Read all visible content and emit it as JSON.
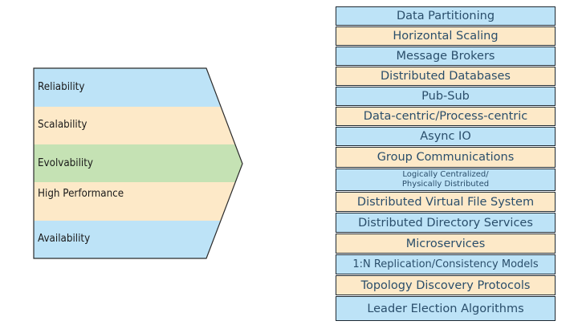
{
  "qualities": [
    {
      "label": "Reliability",
      "color": "#bde3f7"
    },
    {
      "label": "Scalability",
      "color": "#fde9c8"
    },
    {
      "label": "Evolvability",
      "color": "#c5e2b4"
    },
    {
      "label": "High Performance",
      "color": "#fde9c8"
    },
    {
      "label": "Availability",
      "color": "#bde3f7"
    }
  ],
  "stack": [
    {
      "label": "Data Partitioning",
      "style": "blue"
    },
    {
      "label": "Horizontal Scaling",
      "style": "tan"
    },
    {
      "label": "Message Brokers",
      "style": "blue"
    },
    {
      "label": "Distributed Databases",
      "style": "tan"
    },
    {
      "label": "Pub-Sub",
      "style": "blue"
    },
    {
      "label": "Data-centric/Process-centric",
      "style": "tan"
    },
    {
      "label": "Async IO",
      "style": "blue"
    },
    {
      "label": "Group Communications",
      "style": "tan"
    },
    {
      "line1": "Logically Centralized/",
      "line2": "Physically Distributed",
      "style": "blue"
    },
    {
      "label": "Distributed Virtual File System",
      "style": "tan"
    },
    {
      "label": "Distributed Directory Services",
      "style": "blue"
    },
    {
      "label": "Microservices",
      "style": "tan"
    },
    {
      "label": "1:N Replication/Consistency Models",
      "style": "blue"
    },
    {
      "label": "Topology Discovery Protocols",
      "style": "tan"
    },
    {
      "label": "Leader Election Algorithms",
      "style": "blue"
    }
  ],
  "colors": {
    "blue": "#bde3f7",
    "tan": "#fde9c8",
    "green": "#c5e2b4",
    "stroke": "#1f2a33",
    "text": "#2a4e6b"
  }
}
